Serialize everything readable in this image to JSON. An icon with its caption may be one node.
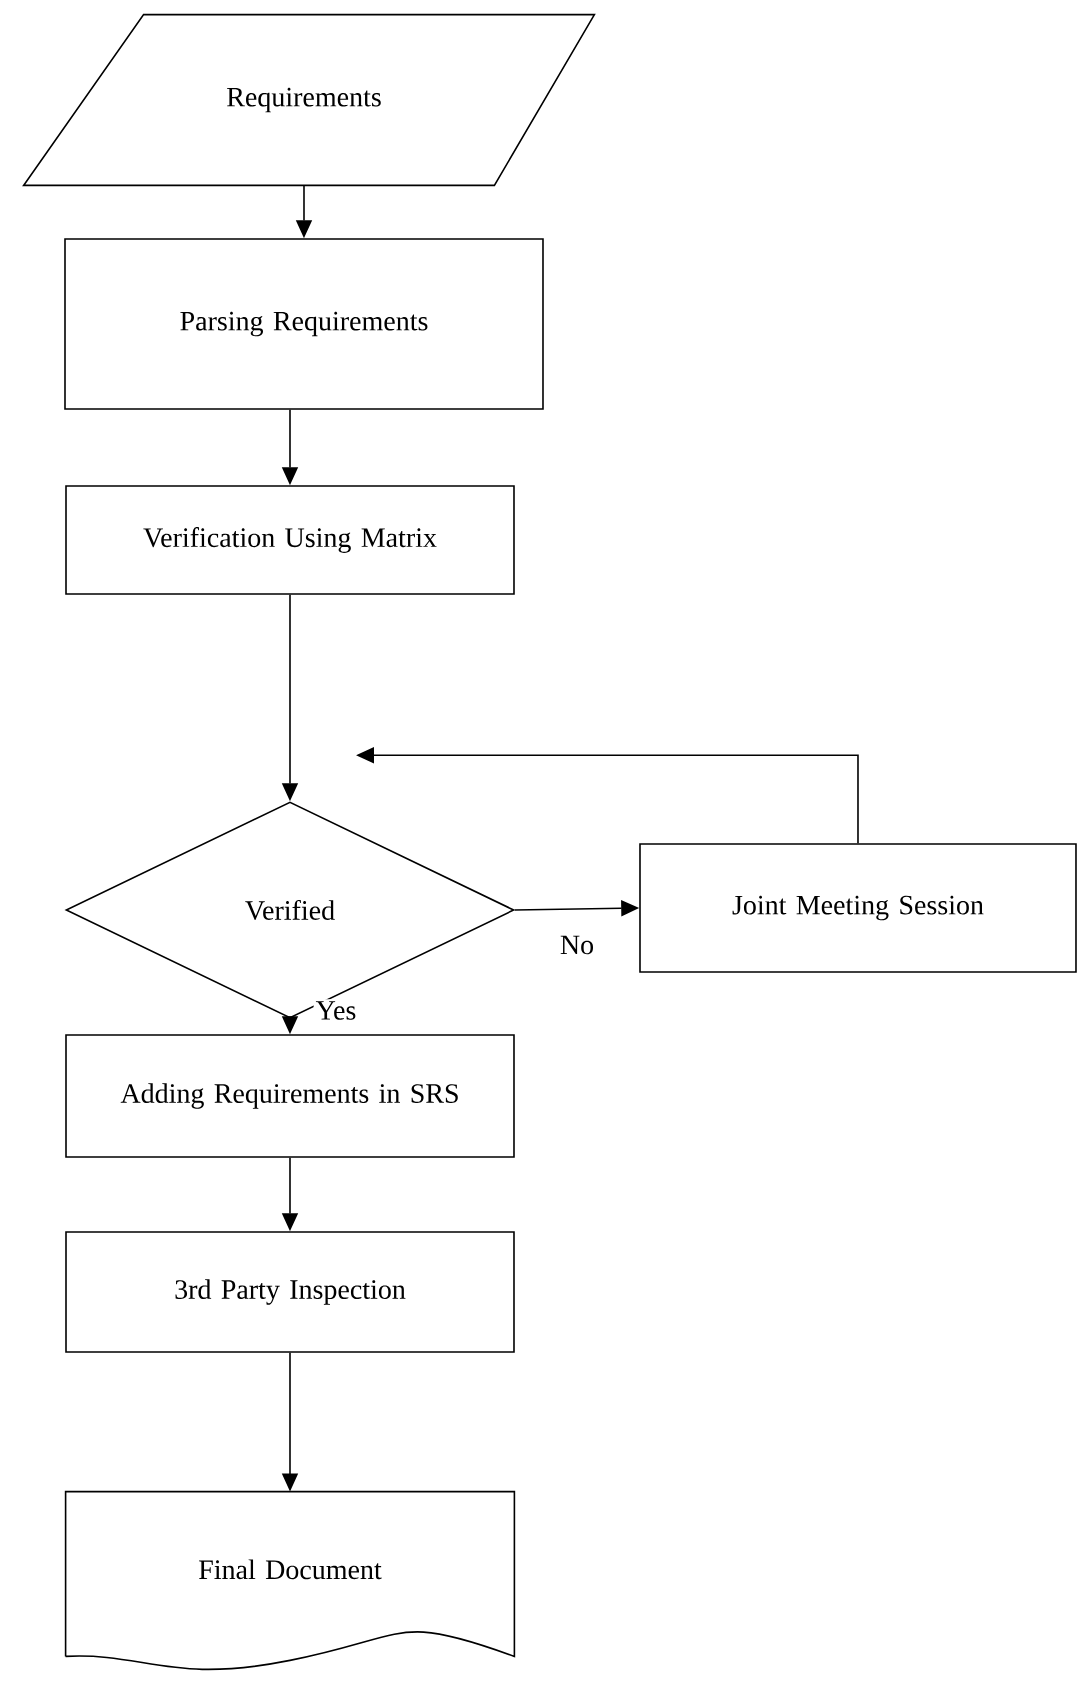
{
  "diagram": {
    "nodes": [
      {
        "text": [
          "Requirements"
        ]
      },
      {
        "text": [
          "Parsing Requirements"
        ]
      },
      {
        "text": [
          "Verification Using Matrix"
        ]
      },
      {
        "text": [
          "Verified"
        ]
      },
      {
        "text": [
          "Joint Meeting Session"
        ]
      },
      {
        "text": [
          "Adding Requirements in SRS"
        ]
      },
      {
        "text": [
          "3rd Party Inspection"
        ]
      },
      {
        "text": [
          "Final Document"
        ]
      }
    ],
    "edges": [
      {
        "from": 0,
        "to": 1,
        "arrow": "to"
      },
      {
        "from": 1,
        "to": 2,
        "arrow": "to"
      },
      {
        "from": 2,
        "to": 3,
        "arrow": "to"
      },
      {
        "from": 3,
        "to": 4,
        "arrow": "to",
        "label": "No"
      },
      {
        "from": 4,
        "to": 3,
        "arrow": "to"
      },
      {
        "from": 3,
        "to": 5,
        "arrow": "to",
        "label": "Yes"
      },
      {
        "from": 5,
        "to": 6,
        "arrow": "to"
      },
      {
        "from": 6,
        "to": 7,
        "arrow": "to"
      }
    ]
  }
}
